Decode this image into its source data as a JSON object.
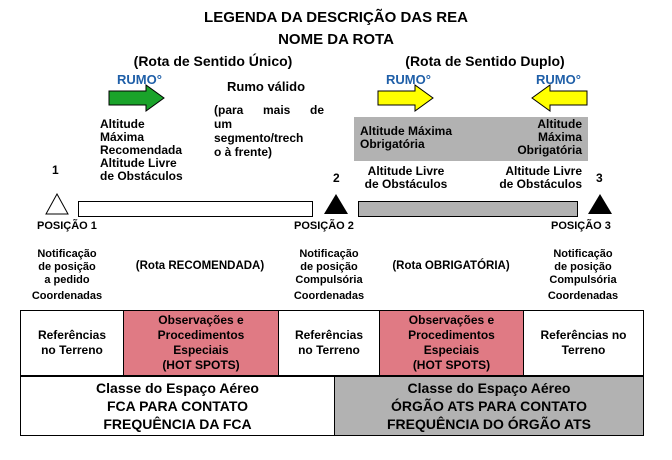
{
  "title": "LEGENDA DA DESCRIÇÃO DAS REA",
  "route_name": "NOME DA ROTA",
  "one_way": {
    "heading": "(Rota de Sentido Único)",
    "rumo": "RUMO°",
    "valid_heading": "Rumo válido",
    "valid_note": [
      "(para mais de",
      "um",
      "segmento/trech",
      "o à frente)"
    ],
    "alt_labels": [
      "Altitude",
      "Máxima",
      "Recomendada",
      "Altitude Livre",
      "de Obstáculos"
    ],
    "arrow_color": "#1aa32a"
  },
  "two_way": {
    "heading": "(Rota de Sentido Duplo)",
    "rumo_left": "RUMO°",
    "rumo_right": "RUMO°",
    "max_left": [
      "Altitude Máxima",
      "Obrigatória"
    ],
    "max_right": [
      "Altitude",
      "Máxima",
      "Obrigatória"
    ],
    "free_left": [
      "Altitude Livre",
      "de Obstáculos"
    ],
    "free_right": [
      "Altitude Livre",
      "de Obstáculos"
    ],
    "arrow_color": "#ffff00",
    "panel_color": "#b2b2b2"
  },
  "positions": [
    {
      "number": "1",
      "label": "POSIÇÃO 1",
      "notes": [
        "Notificação",
        "de posição",
        "a pedido",
        "Coordenadas"
      ]
    },
    {
      "number": "2",
      "label": "POSIÇÃO 2",
      "notes": [
        "Notificação",
        "de posição",
        "Compulsória",
        "Coordenadas"
      ]
    },
    {
      "number": "3",
      "label": "POSIÇÃO 3",
      "notes": [
        "Notificação",
        "de posição",
        "Compulsória",
        "Coordenadas"
      ]
    }
  ],
  "route_types": {
    "recommended": "(Rota RECOMENDADA)",
    "mandatory": "(Rota OBRIGATÓRIA)"
  },
  "grid": {
    "ref_left": [
      "Referências",
      "no Terreno"
    ],
    "obs_left": [
      "Observações e",
      "Procedimentos",
      "Especiais",
      "(HOT SPOTS)"
    ],
    "ref_mid": [
      "Referências",
      "no Terreno"
    ],
    "obs_right": [
      "Observações e",
      "Procedimentos",
      "Especiais",
      "(HOT SPOTS)"
    ],
    "ref_right": [
      "Referências no",
      "Terreno"
    ],
    "hot_color": "#e07a84"
  },
  "footer": {
    "left": [
      "Classe do Espaço Aéreo",
      "FCA PARA CONTATO",
      "FREQUÊNCIA DA FCA"
    ],
    "right": [
      "Classe do Espaço Aéreo",
      "ÓRGÃO ATS PARA CONTATO",
      "FREQUÊNCIA DO ÓRGÃO ATS"
    ],
    "right_color": "#b2b2b2"
  }
}
